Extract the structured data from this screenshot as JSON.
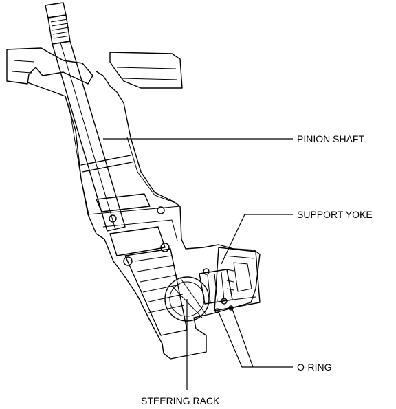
{
  "figure": {
    "labels": {
      "pinion_shaft": "PINION SHAFT",
      "support_yoke": "SUPPORT YOKE",
      "o_ring": "O-RING",
      "steering_rack": "STEERING RACK"
    },
    "line_color": "#000000",
    "background_color": "#ffffff"
  }
}
